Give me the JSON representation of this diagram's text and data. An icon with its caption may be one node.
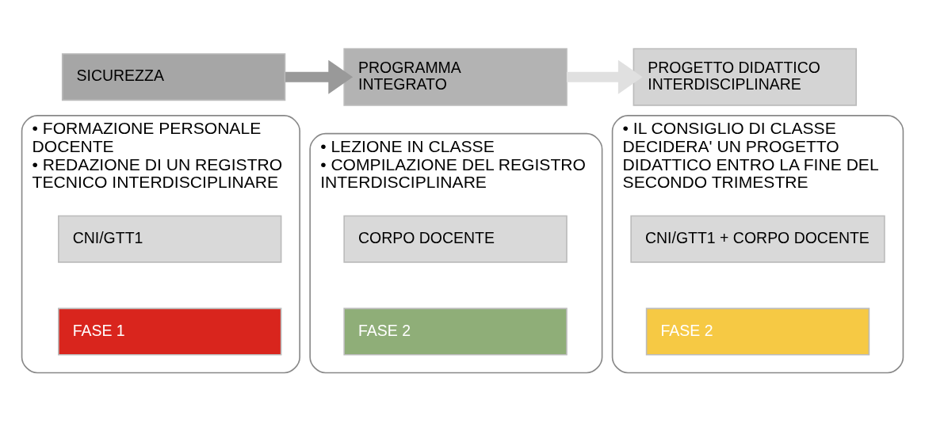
{
  "diagram": {
    "nodes": [
      {
        "text": [
          "SICUREZZA"
        ]
      },
      {
        "text": [
          "• FORMAZIONE PERSONALE DOCENTE",
          "• REDAZIONE DI UN REGISTRO TECNICO INTERDISCIPLINARE"
        ]
      },
      {
        "text": [
          "CNI/GTT1"
        ],
        "in": 1
      },
      {
        "text": [
          "FASE 1"
        ],
        "in": 1
      },
      {
        "text": [
          "PROGRAMMA INTEGRATO"
        ]
      },
      {
        "text": [
          "• LEZIONE IN CLASSE",
          "• COMPILAZIONE DEL REGISTRO INTERDISCIPLINARE"
        ]
      },
      {
        "text": [
          "CORPO DOCENTE"
        ],
        "in": 5
      },
      {
        "text": [
          "FASE 2"
        ],
        "in": 5
      },
      {
        "text": [
          "PROGETTO DIDATTICO INTERDISCIPLINARE"
        ]
      },
      {
        "text": [
          "• IL CONSIGLIO DI CLASSE DECIDERA' UN PROGETTO DIDATTICO ENTRO LA FINE DEL SECONDO TRIMESTRE"
        ]
      },
      {
        "text": [
          "CNI/GTT1 + CORPO DOCENTE"
        ],
        "in": 9
      },
      {
        "text": [
          "FASE 2"
        ],
        "in": 9
      }
    ],
    "edges": [
      {
        "from": 0,
        "to": 4,
        "arrow": "to",
        "color": "#999999"
      },
      {
        "from": 4,
        "to": 8,
        "arrow": "to",
        "color": "#e0e0e0"
      }
    ]
  }
}
